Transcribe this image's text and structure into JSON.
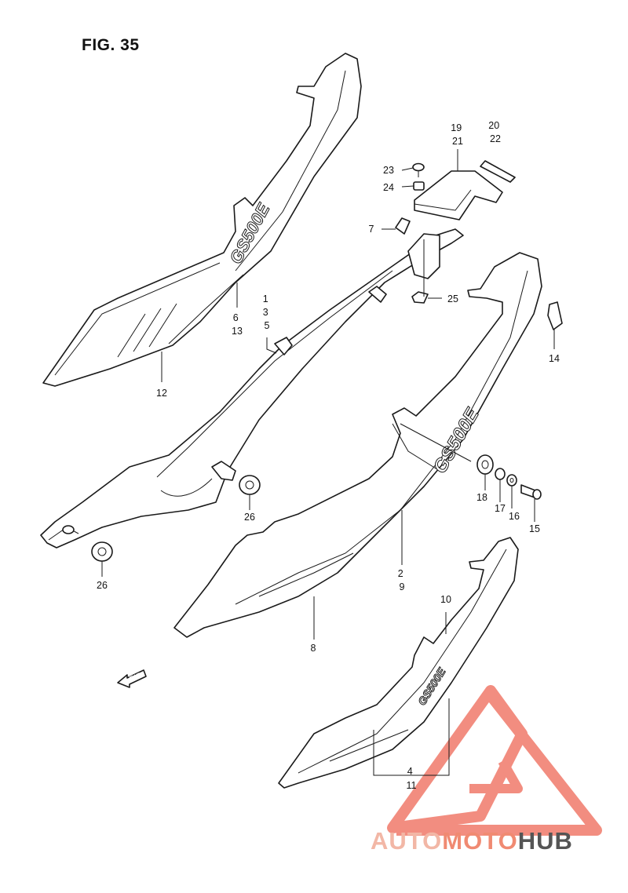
{
  "figure": {
    "title": "FIG. 35"
  },
  "callouts": [
    {
      "id": "c-1-3-5",
      "lines": [
        "1",
        "3",
        "5"
      ]
    },
    {
      "id": "c-2-9",
      "lines": [
        "2",
        "9"
      ]
    },
    {
      "id": "c-4-11",
      "lines": [
        "4",
        "11"
      ]
    },
    {
      "id": "c-6-13",
      "lines": [
        "6",
        "13"
      ]
    },
    {
      "id": "c-7",
      "lines": [
        "7"
      ]
    },
    {
      "id": "c-8",
      "lines": [
        "8"
      ]
    },
    {
      "id": "c-10",
      "lines": [
        "10"
      ]
    },
    {
      "id": "c-12",
      "lines": [
        "12"
      ]
    },
    {
      "id": "c-14",
      "lines": [
        "14"
      ]
    },
    {
      "id": "c-15",
      "lines": [
        "15"
      ]
    },
    {
      "id": "c-16",
      "lines": [
        "16"
      ]
    },
    {
      "id": "c-17",
      "lines": [
        "17"
      ]
    },
    {
      "id": "c-18",
      "lines": [
        "18"
      ]
    },
    {
      "id": "c-19-21",
      "lines": [
        "19",
        "21"
      ]
    },
    {
      "id": "c-20-22",
      "lines": [
        "20",
        "22"
      ]
    },
    {
      "id": "c-23",
      "lines": [
        "23"
      ]
    },
    {
      "id": "c-24",
      "lines": [
        "24"
      ]
    },
    {
      "id": "c-25",
      "lines": [
        "25"
      ]
    },
    {
      "id": "c-26a",
      "lines": [
        "26"
      ]
    },
    {
      "id": "c-26b",
      "lines": [
        "26"
      ]
    }
  ],
  "emblems": {
    "model_badge": "GS500E",
    "fwd_arrow": "FWD"
  },
  "watermark": {
    "part1": "AUTO",
    "part2": "MOTO",
    "part3": "HUB",
    "colors": {
      "auto": "#f2b7a6",
      "moto": "#f08a72",
      "hub": "#555555",
      "logo": "#f07a6a"
    }
  }
}
